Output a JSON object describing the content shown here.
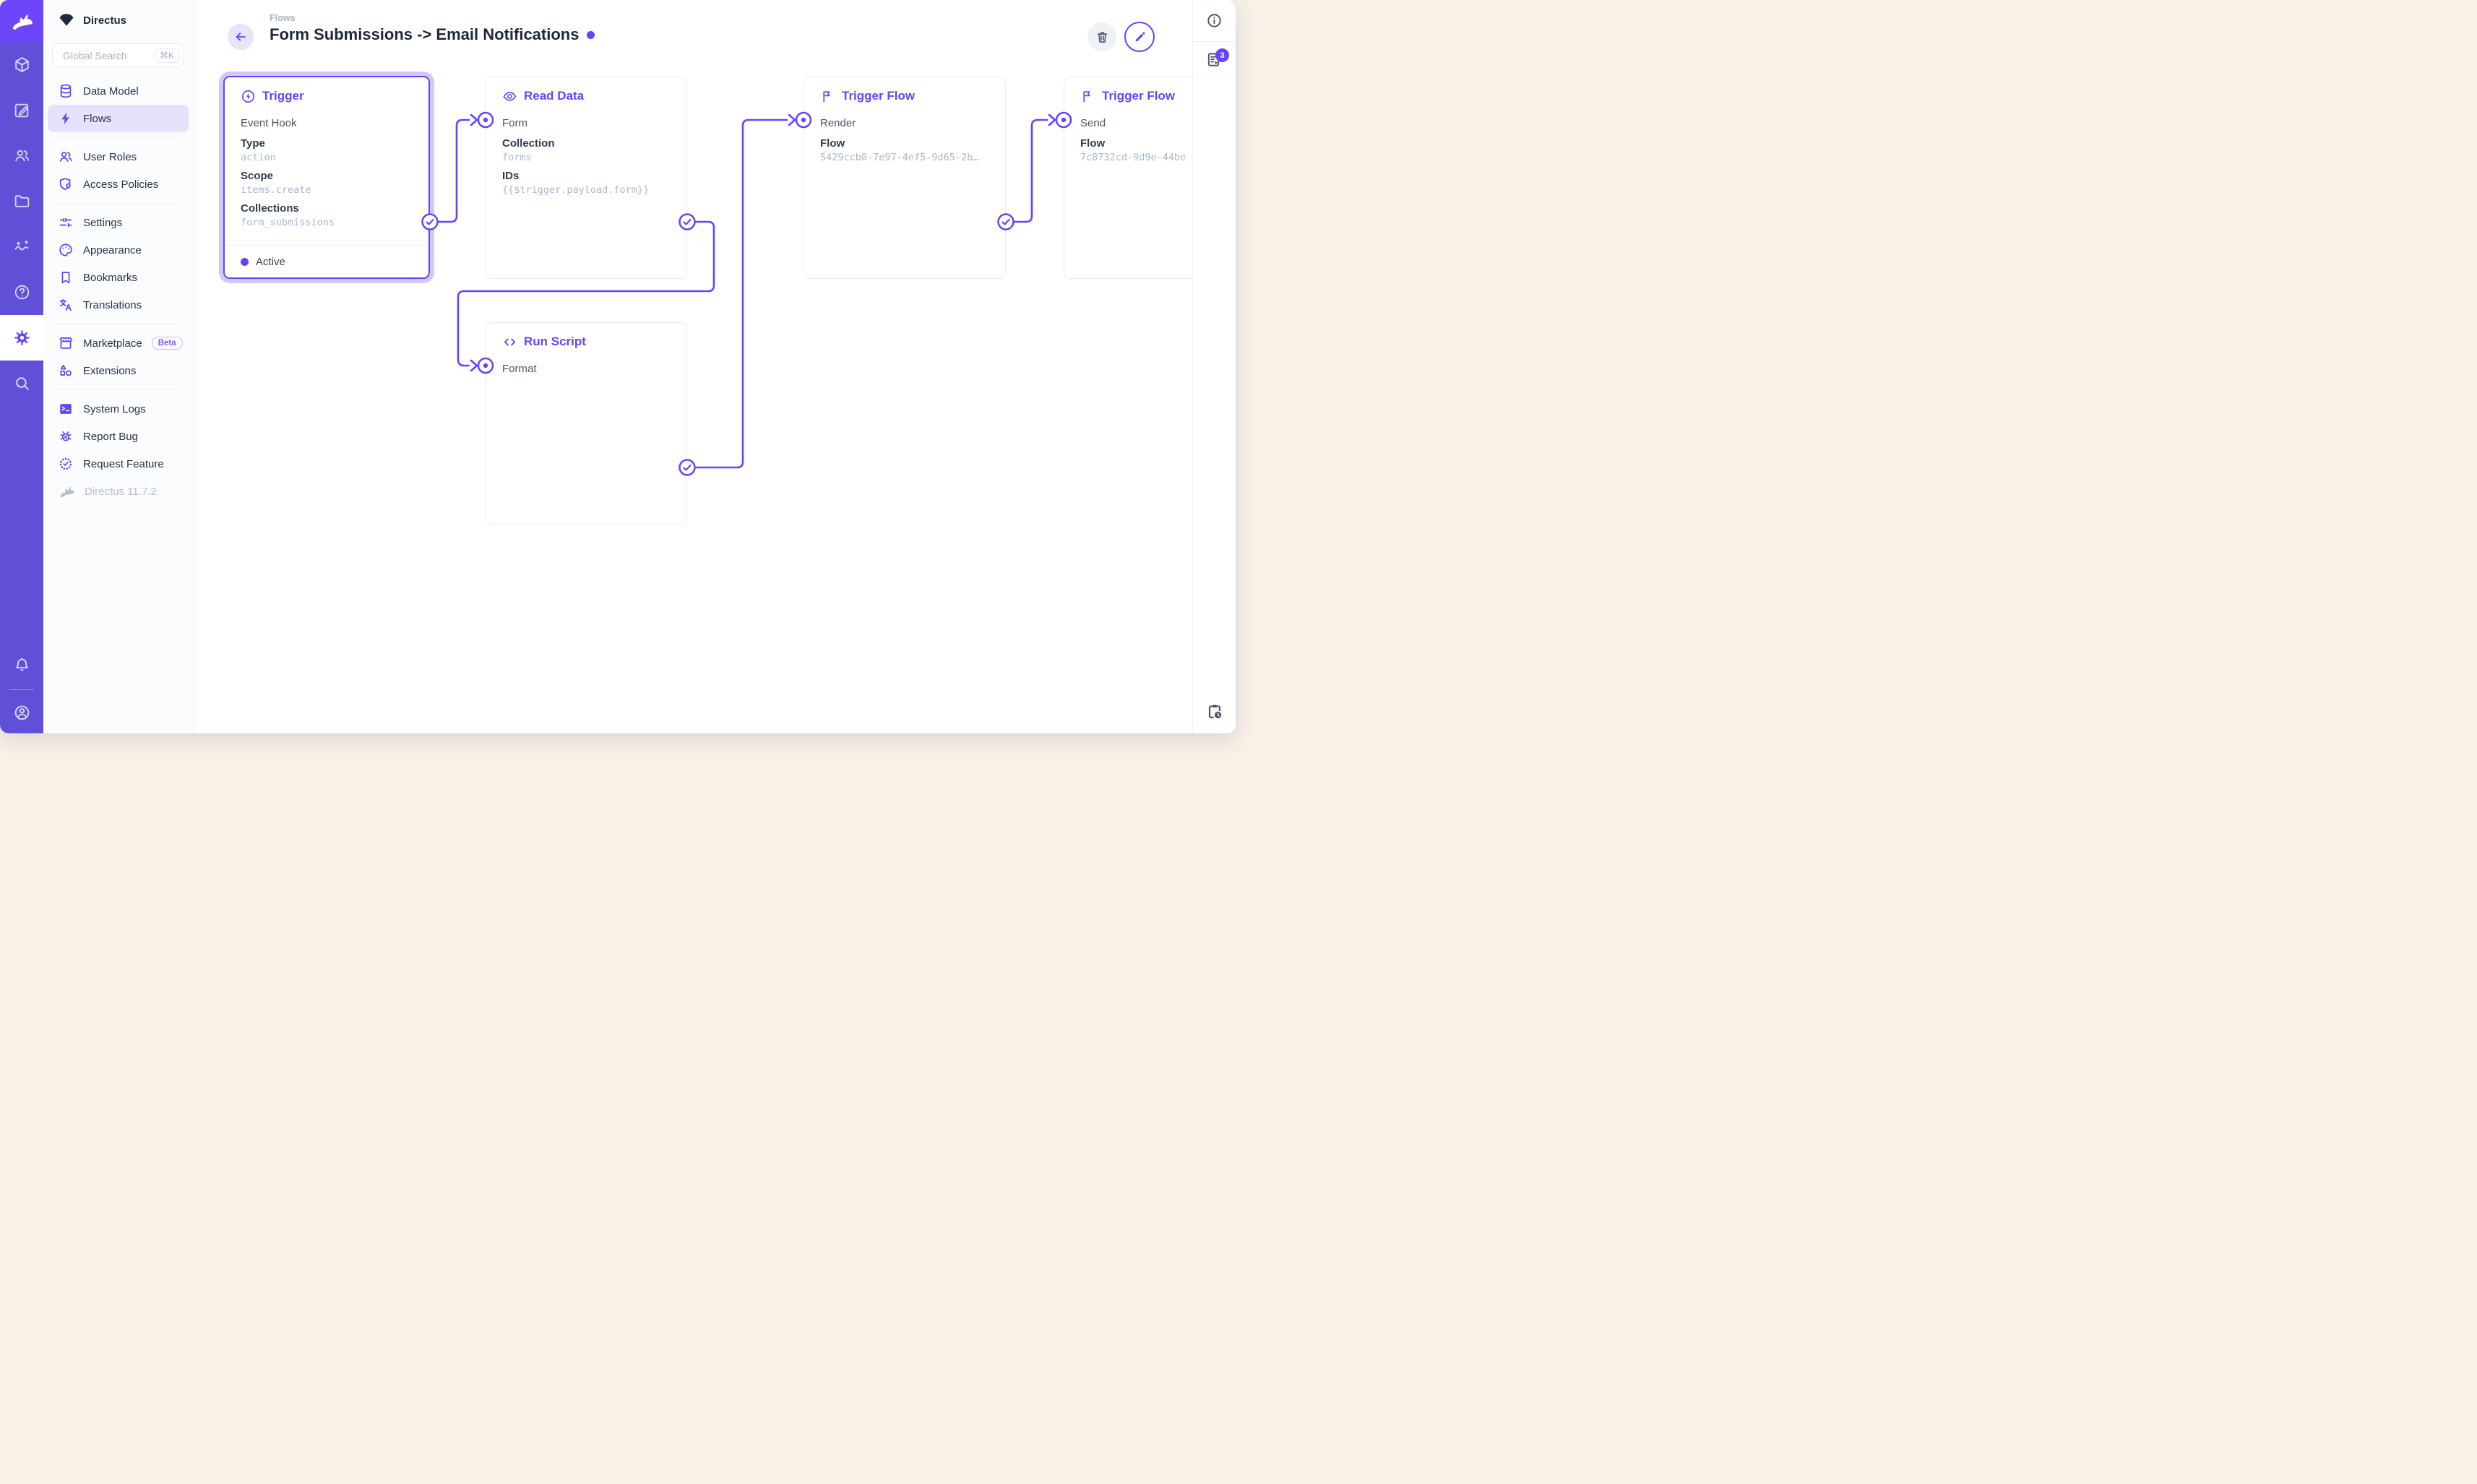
{
  "app": {
    "project_name": "Directus",
    "version_label": "Directus 11.7.2"
  },
  "colors": {
    "accent": "#6644FF",
    "module_bar": "#6050D8",
    "logo_tile": "#6B46FB",
    "selection_glow": "#D3C9F9",
    "nav_active_bg": "#E7E1FC",
    "desktop": "#F8F1E8",
    "mono_value": "#A9B8CA",
    "title": "#1D2939"
  },
  "module_bar": {
    "modules": [
      {
        "icon": "content-module-icon"
      },
      {
        "icon": "visual-editor-module-icon"
      },
      {
        "icon": "users-module-icon"
      },
      {
        "icon": "files-module-icon"
      },
      {
        "icon": "insights-module-icon"
      },
      {
        "icon": "docs-module-icon"
      },
      {
        "icon": "settings-module-icon",
        "active": true
      },
      {
        "icon": "search-module-icon"
      }
    ]
  },
  "nav": {
    "search": {
      "placeholder": "Global Search",
      "shortcut": "⌘K"
    },
    "items": [
      {
        "label": "Data Model"
      },
      {
        "label": "Flows",
        "active": true
      },
      {
        "label": "User Roles"
      },
      {
        "label": "Access Policies"
      },
      {
        "label": "Settings"
      },
      {
        "label": "Appearance"
      },
      {
        "label": "Bookmarks"
      },
      {
        "label": "Translations"
      },
      {
        "label": "Marketplace",
        "badge": "Beta"
      },
      {
        "label": "Extensions"
      },
      {
        "label": "System Logs"
      },
      {
        "label": "Report Bug"
      },
      {
        "label": "Request Feature"
      }
    ]
  },
  "header": {
    "breadcrumb": "Flows",
    "title": "Form Submissions -> Email Notifications"
  },
  "rightbar": {
    "logs_badge": "3"
  },
  "flow": {
    "nodes": [
      {
        "title": "Trigger",
        "subtitle": "Event Hook",
        "status": "Active",
        "selected": true,
        "fields": [
          {
            "key": "Type",
            "value": "action"
          },
          {
            "key": "Scope",
            "value": "items.create"
          },
          {
            "key": "Collections",
            "value": "form_submissions"
          }
        ]
      },
      {
        "title": "Read Data",
        "input": "Form",
        "fields": [
          {
            "key": "Collection",
            "value": "forms"
          },
          {
            "key": "IDs",
            "value": "{{$trigger.payload.form}}"
          }
        ]
      },
      {
        "title": "Run Script",
        "input": "Format",
        "fields": []
      },
      {
        "title": "Trigger Flow",
        "input": "Render",
        "fields": [
          {
            "key": "Flow",
            "value": "5429ccb0-7e97-4ef5-9d65-2b…"
          }
        ]
      },
      {
        "title": "Trigger Flow",
        "input": "Send",
        "fields": [
          {
            "key": "Flow",
            "value": "7c8732cd-9d9e-44be"
          }
        ]
      }
    ],
    "edges": [
      "trigger→read-data",
      "read-data→run-script",
      "run-script→trigger-flow-render",
      "trigger-flow-render→trigger-flow-send"
    ]
  }
}
